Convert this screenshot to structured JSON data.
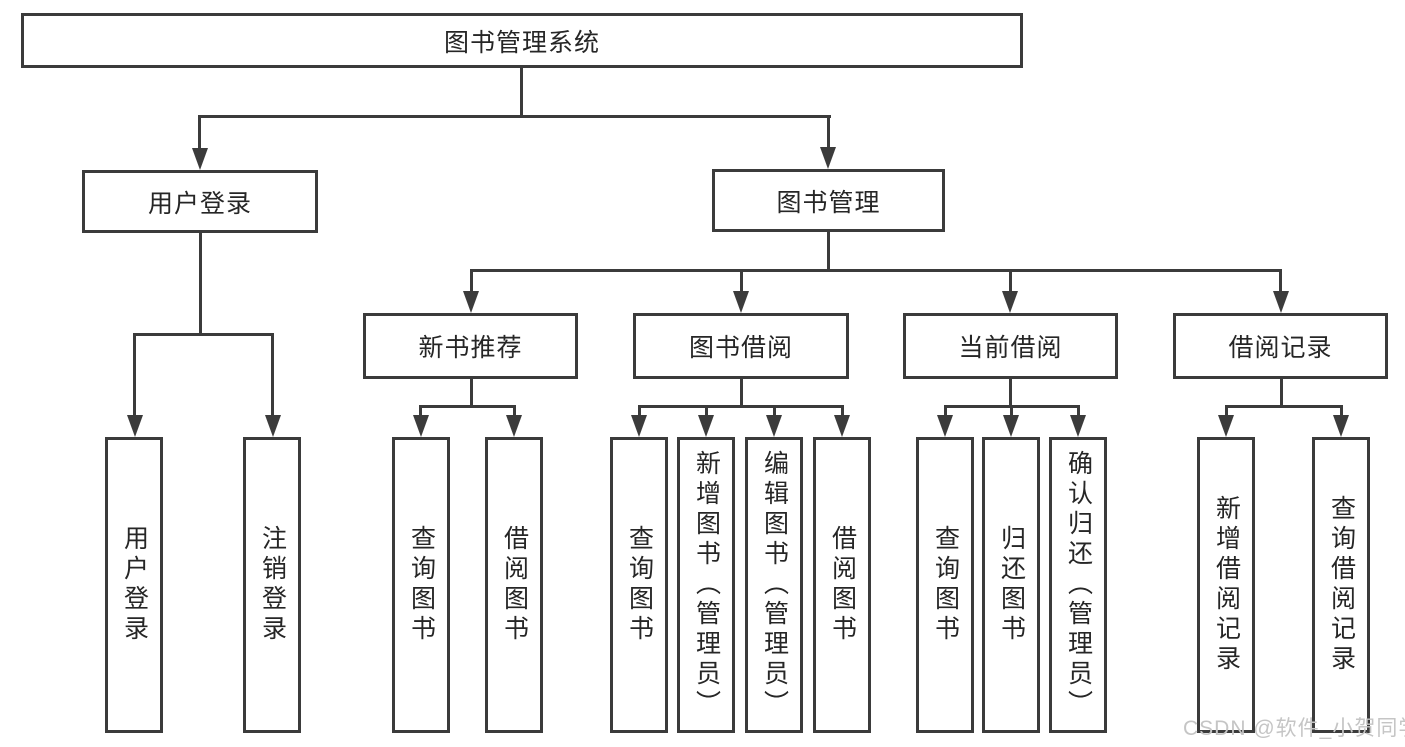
{
  "colors": {
    "line": "#3b3b3b",
    "text": "#262626",
    "watermark": "#c5c5c5",
    "background": "#ffffff"
  },
  "watermark": {
    "text": "CSDN @软件_小贺同学"
  },
  "tree": {
    "root": {
      "label": "图书管理系统"
    },
    "children": [
      {
        "label": "用户登录",
        "children": [
          {
            "label": "用户登录"
          },
          {
            "label": "注销登录"
          }
        ]
      },
      {
        "label": "图书管理",
        "children": [
          {
            "label": "新书推荐",
            "children": [
              {
                "label": "查询图书"
              },
              {
                "label": "借阅图书"
              }
            ]
          },
          {
            "label": "图书借阅",
            "children": [
              {
                "label": "查询图书"
              },
              {
                "label": "新增图书（管理员）"
              },
              {
                "label": "编辑图书（管理员）"
              },
              {
                "label": "借阅图书"
              }
            ]
          },
          {
            "label": "当前借阅",
            "children": [
              {
                "label": "查询图书"
              },
              {
                "label": "归还图书"
              },
              {
                "label": "确认归还（管理员）"
              }
            ]
          },
          {
            "label": "借阅记录",
            "children": [
              {
                "label": "新增借阅记录"
              },
              {
                "label": "查询借阅记录"
              }
            ]
          }
        ]
      }
    ]
  }
}
